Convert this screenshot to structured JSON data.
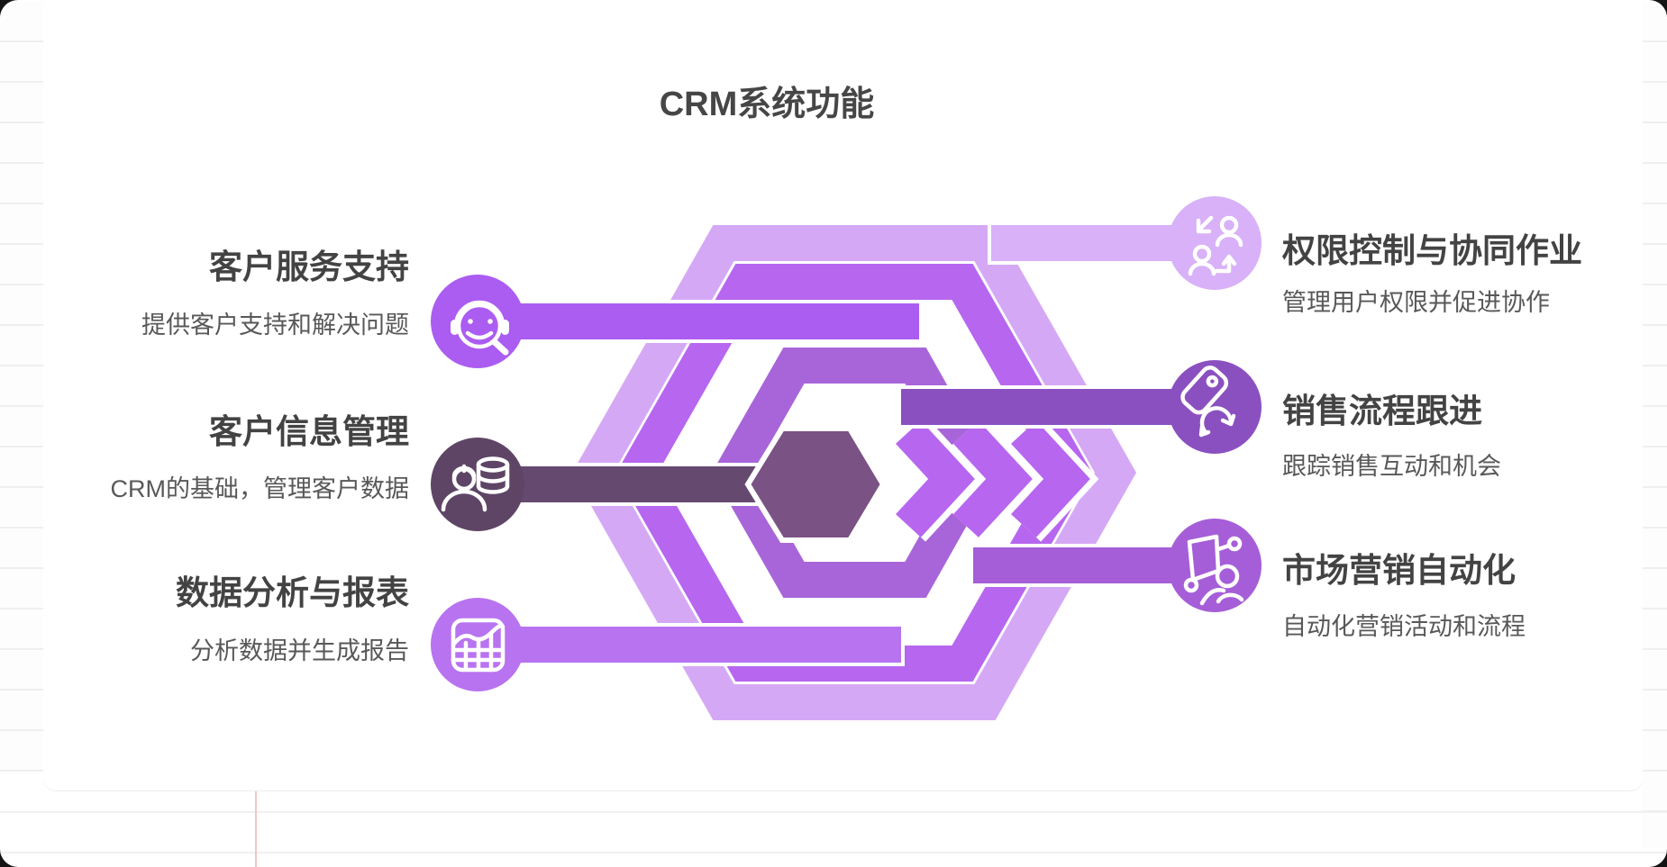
{
  "title": "CRM系统功能",
  "features": {
    "left": [
      {
        "title": "客户服务支持",
        "desc": "提供客户支持和解决问题",
        "icon": "headset-support-icon"
      },
      {
        "title": "客户信息管理",
        "desc": "CRM的基础，管理客户数据",
        "icon": "customer-database-icon"
      },
      {
        "title": "数据分析与报表",
        "desc": "分析数据并生成报告",
        "icon": "chart-report-icon"
      }
    ],
    "right": [
      {
        "title": "权限控制与协同作业",
        "desc": "管理用户权限并促进协作",
        "icon": "collaboration-swap-icon"
      },
      {
        "title": "销售流程跟进",
        "desc": "跟踪销售互动和机会",
        "icon": "sales-tag-refresh-icon"
      },
      {
        "title": "市场营销自动化",
        "desc": "自动化营销活动和流程",
        "icon": "marketing-promo-icon"
      }
    ]
  },
  "colors": {
    "ring_outer": "#d5a8f5",
    "ring_second": "#b766ef",
    "ring_third": "#a865da",
    "chevron": "#b766ef",
    "center_hex": "#7a5284",
    "dark_bar": "#66496f",
    "icon_service": "#ab5cf1",
    "icon_info": "#5e4566",
    "icon_report": "#b873f0",
    "icon_collab": "#d8b1f8",
    "icon_sales": "#8b50c0",
    "icon_marketing": "#a55ed8"
  }
}
